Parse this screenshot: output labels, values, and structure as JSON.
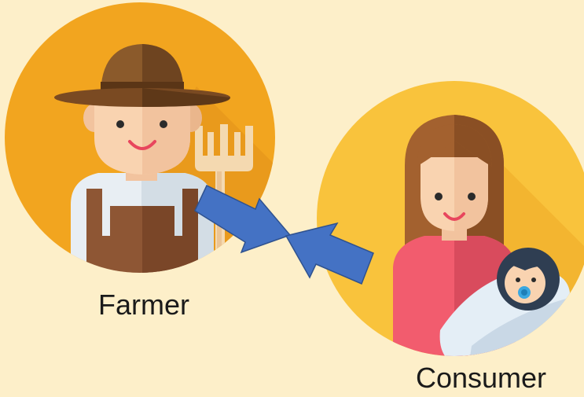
{
  "colors": {
    "background": "#FDEFC9",
    "farmer_circle": "#F2A51F",
    "consumer_circle": "#F9C33C",
    "arrow_fill": "#4472C4",
    "arrow_stroke": "#2F528F"
  },
  "nodes": {
    "farmer": {
      "label": "Farmer",
      "icon": "farmer-avatar-icon"
    },
    "consumer": {
      "label": "Consumer",
      "icon": "mother-with-baby-avatar-icon"
    }
  },
  "edges": [
    {
      "from": "farmer",
      "to": "meeting-point",
      "icon": "arrow-right-down"
    },
    {
      "from": "consumer",
      "to": "meeting-point",
      "icon": "arrow-left-up"
    }
  ]
}
